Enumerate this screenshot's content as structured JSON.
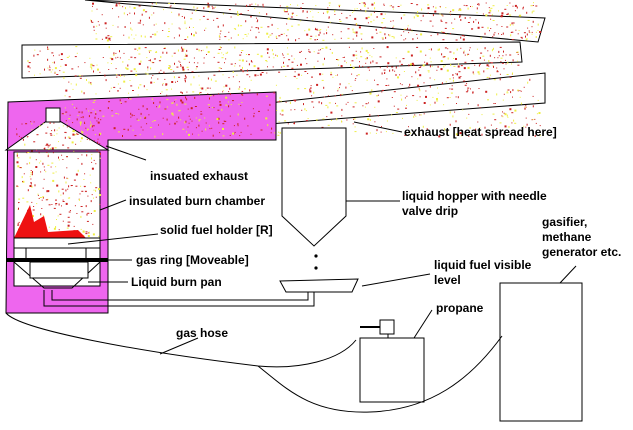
{
  "colors": {
    "insulation": "#ee66ee",
    "flame": "#ee1111",
    "heat_red": "#cc2222",
    "heat_yellow": "#eeee44",
    "line": "#000000"
  },
  "labels": {
    "exhaust": "exhaust [heat spread here]",
    "insulated_exhaust": "insuated exhaust",
    "insulated_burn_chamber": "insulated burn chamber",
    "solid_fuel_holder": "solid fuel holder [R]",
    "gas_ring": "gas ring [Moveable]",
    "liquid_burn_pan": "Liquid  burn pan",
    "liquid_hopper_1": "liquid hopper with needle",
    "liquid_hopper_2": "valve drip",
    "liquid_fuel_1": "liquid fuel visible",
    "liquid_fuel_2": "level",
    "gasifier_1": "gasifier,",
    "gasifier_2": "methane",
    "gasifier_3": "generator etc.",
    "propane": "propane",
    "gas_hose": "gas hose"
  }
}
